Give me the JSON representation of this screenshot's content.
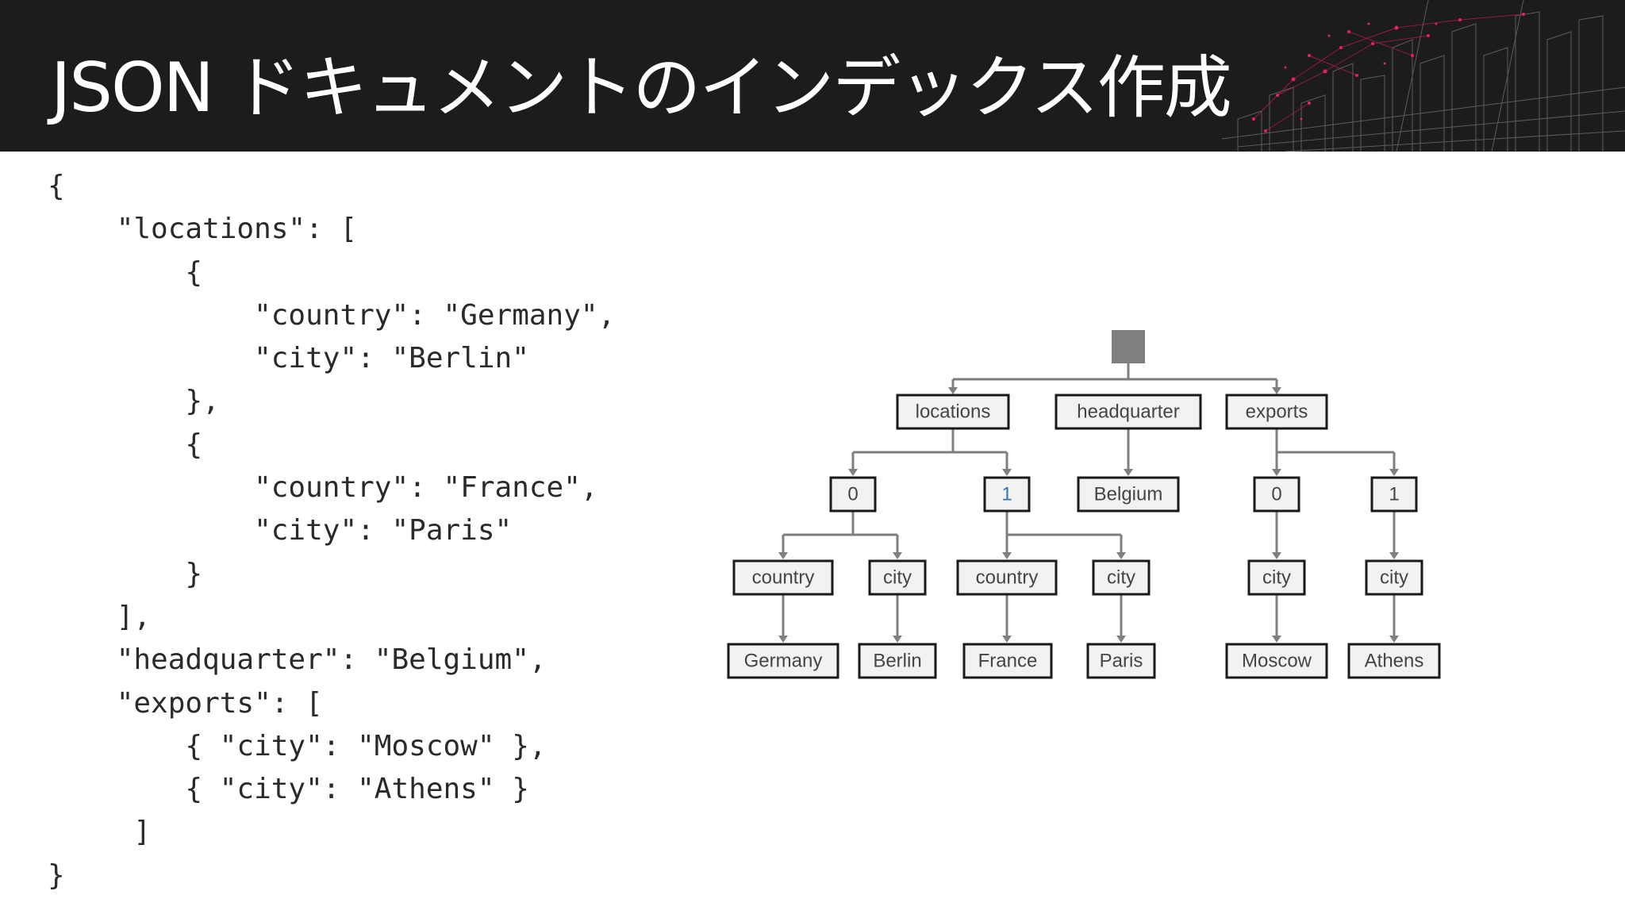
{
  "slide": {
    "title": "JSON ドキュメントのインデックス作成"
  },
  "code": {
    "lines": [
      "{",
      "    \"locations\": [",
      "        {",
      "            \"country\": \"Germany\",",
      "            \"city\": \"Berlin\"",
      "        },",
      "        {",
      "            \"country\": \"France\",",
      "            \"city\": \"Paris\"",
      "        }",
      "    ],",
      "    \"headquarter\": \"Belgium\",",
      "    \"exports\": [",
      "        { \"city\": \"Moscow\" },",
      "        { \"city\": \"Athens\" }",
      "     ]",
      "}"
    ]
  },
  "tree": {
    "root_color": "#7f7f7f",
    "edge_color": "#7f7f7f",
    "highlight_color": "#2e75b6",
    "level1": {
      "locations": "locations",
      "headquarter": "headquarter",
      "exports": "exports"
    },
    "level2": {
      "loc_0": "0",
      "loc_1": "1",
      "belgium": "Belgium",
      "exp_0": "0",
      "exp_1": "1"
    },
    "level3": {
      "country_a": "country",
      "city_a": "city",
      "country_b": "country",
      "city_b": "city",
      "city_c": "city",
      "city_d": "city"
    },
    "level4": {
      "germany": "Germany",
      "berlin": "Berlin",
      "france": "France",
      "paris": "Paris",
      "moscow": "Moscow",
      "athens": "Athens"
    }
  }
}
